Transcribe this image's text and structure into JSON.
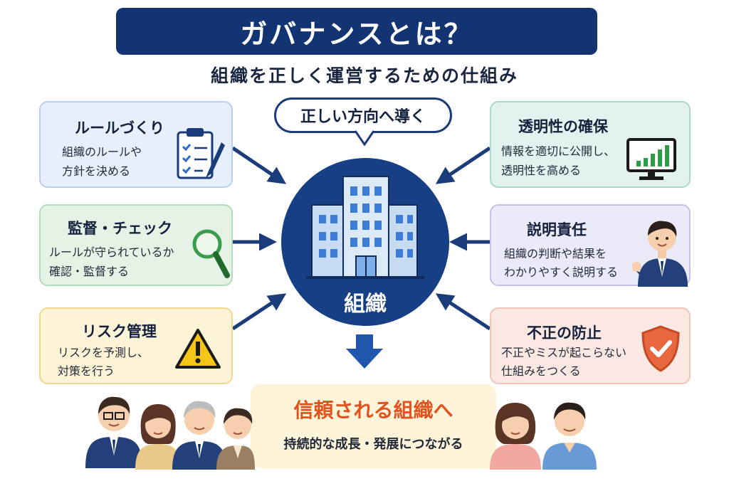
{
  "title": "ガバナンスとは？",
  "subtitle": "組織を正しく運営するための仕組み",
  "center": {
    "bubble": "正しい方向へ導く",
    "label": "組織"
  },
  "cards": {
    "rules": {
      "title": "ルールづくり",
      "desc1": "組織のルールや",
      "desc2": "方針を決める"
    },
    "audit": {
      "title": "監督・チェック",
      "desc1": "ルールが守られているか",
      "desc2": "確認・監督する"
    },
    "risk": {
      "title": "リスク管理",
      "desc1": "リスクを予測し、",
      "desc2": "対策を行う"
    },
    "transparency": {
      "title": "透明性の確保",
      "desc1": "情報を適切に公開し、",
      "desc2": "透明性を高める"
    },
    "accountability": {
      "title": "説明責任",
      "desc1": "組織の判断や結果を",
      "desc2": "わかりやすく説明する"
    },
    "fraud": {
      "title": "不正の防止",
      "desc1": "不正やミスが起こらない",
      "desc2": "仕組みをつくる"
    }
  },
  "result": {
    "title": "信頼される組織へ",
    "desc": "持続的な成長・発展につながる"
  },
  "colors": {
    "navy": "#123473",
    "arrow": "#1a3c7a",
    "rules_bg": "#e6effb",
    "audit_bg": "#e4f3e6",
    "risk_bg": "#fdf4d8",
    "transparency_bg": "#e2f2ee",
    "accountability_bg": "#ebeaf8",
    "fraud_bg": "#fbe8e3",
    "result_title": "#e0531f"
  }
}
